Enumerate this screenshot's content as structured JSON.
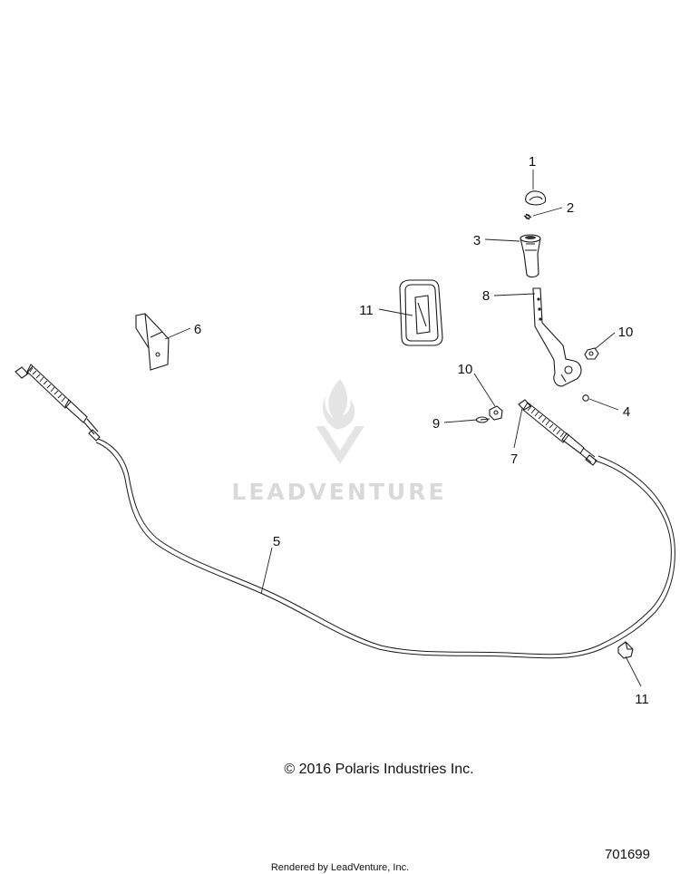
{
  "callouts": [
    {
      "label": "1"
    },
    {
      "label": "2"
    },
    {
      "label": "3"
    },
    {
      "label": "8"
    },
    {
      "label": "11"
    },
    {
      "label": "6"
    },
    {
      "label": "10"
    },
    {
      "label": "10"
    },
    {
      "label": "4"
    },
    {
      "label": "9"
    },
    {
      "label": "7"
    },
    {
      "label": "5"
    },
    {
      "label": "11"
    }
  ],
  "watermark": {
    "text": "LEADVENTURE",
    "icon": "flame-v-logo"
  },
  "copyright": "© 2016 Polaris Industries Inc.",
  "diagram_number": "701699",
  "rendered_by": "Rendered by LeadVenture, Inc."
}
